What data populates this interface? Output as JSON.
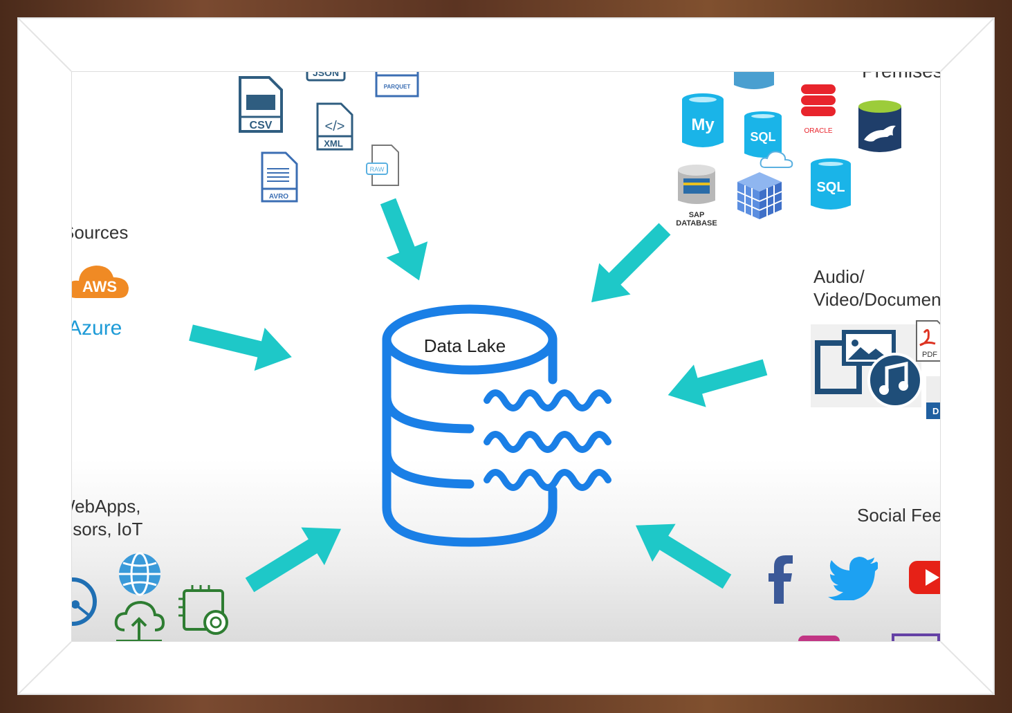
{
  "title": "Data Lake",
  "sections": {
    "premises": "Premises",
    "sources": "Sources",
    "webapps_line1": "WebApps,",
    "webapps_line2": "Sensors, IoT",
    "media_line1": "Audio/",
    "media_line2": "Video/Documents",
    "social": "Social Feeds"
  },
  "file_formats": {
    "csv": "CSV",
    "xml": "XML",
    "avro": "AVRO",
    "raw": "RAW",
    "parquet": "PARQUET",
    "json": "JSON"
  },
  "databases": {
    "mysql": "My",
    "sql_cloud": "SQL",
    "oracle": "ORACLE",
    "sql": "SQL",
    "sap_line1": "SAP",
    "sap_line2": "DATABASE"
  },
  "cloud": {
    "aws": "AWS",
    "azure": "Azure"
  },
  "documents": {
    "pdf": "PDF",
    "doc": "D"
  },
  "colors": {
    "lake_blue": "#1a7fe6",
    "arrow_teal": "#1ec8c8",
    "file_blue": "#2a5f8f",
    "azure": "#1e9bd7",
    "aws": "#f08a24"
  }
}
